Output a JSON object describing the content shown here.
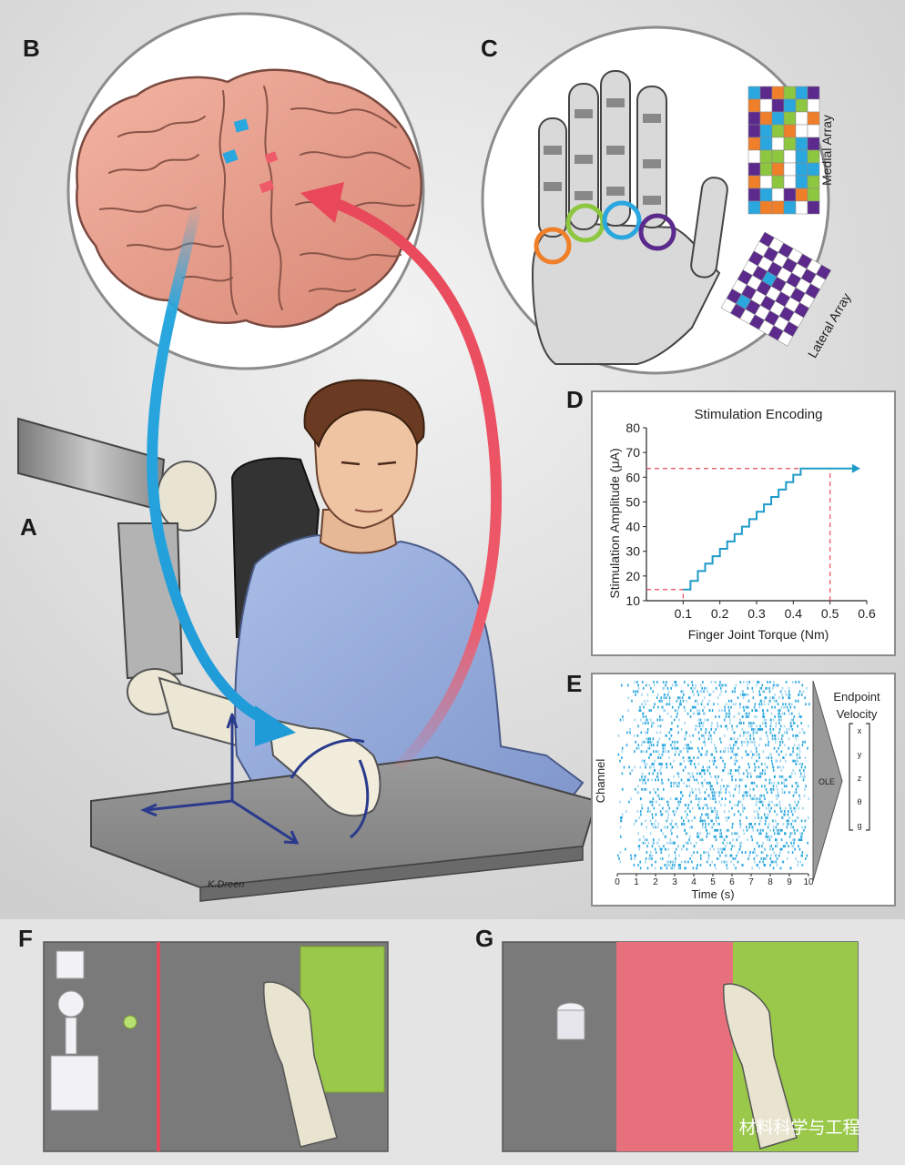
{
  "panel_labels": {
    "a": "A",
    "b": "B",
    "c": "C",
    "d": "D",
    "e": "E",
    "f": "F",
    "g": "G"
  },
  "panel_c": {
    "medial_array_label": "Medial Array",
    "lateral_array_label": "Lateral Array",
    "ring_colors": [
      "#f07f2a",
      "#8dc63f",
      "#2aa7df",
      "#5b2a8c"
    ]
  },
  "artist_signature": "K.Dreen",
  "panel_d": {
    "title": "Stimulation Encoding",
    "ylabel": "Stimulation Amplitude (μA)",
    "xlabel": "Finger Joint Torque (Nm)",
    "yticks": [
      "10",
      "20",
      "30",
      "40",
      "50",
      "60",
      "70",
      "80"
    ],
    "xticks": [
      "0.1",
      "0.2",
      "0.3",
      "0.4",
      "0.5",
      "0.6"
    ]
  },
  "panel_e": {
    "ylabel": "Channel",
    "xlabel": "Time (s)",
    "xticks": [
      "0",
      "1",
      "2",
      "3",
      "4",
      "5",
      "6",
      "7",
      "8",
      "9",
      "10"
    ],
    "decoder_label": "OLE",
    "output_title_line1": "Endpoint",
    "output_title_line2": "Velocity",
    "components": [
      "x",
      "y",
      "z",
      "θ",
      "g"
    ]
  },
  "watermark": "材料科学与工程",
  "chart_data": {
    "type": "line",
    "title": "Stimulation Encoding",
    "xlabel": "Finger Joint Torque (Nm)",
    "ylabel": "Stimulation Amplitude (μA)",
    "xlim": [
      0,
      0.6
    ],
    "ylim": [
      10,
      80
    ],
    "grid": false,
    "x": [
      0.1,
      0.12,
      0.12,
      0.14,
      0.14,
      0.16,
      0.16,
      0.18,
      0.18,
      0.2,
      0.2,
      0.22,
      0.22,
      0.24,
      0.24,
      0.26,
      0.26,
      0.28,
      0.28,
      0.3,
      0.3,
      0.32,
      0.32,
      0.34,
      0.34,
      0.36,
      0.36,
      0.38,
      0.38,
      0.4,
      0.4,
      0.42,
      0.42,
      0.44,
      0.44,
      0.46,
      0.46,
      0.48,
      0.48,
      0.5,
      0.5,
      0.56
    ],
    "y": [
      14.5,
      14.5,
      18,
      18,
      22,
      22,
      25,
      25,
      28,
      28,
      31,
      31,
      34,
      34,
      37,
      37,
      40,
      40,
      43,
      43,
      46,
      46,
      49,
      49,
      52,
      52,
      55,
      55,
      58,
      58,
      61,
      61,
      63.5,
      63.5,
      63.5,
      63.5,
      63.5,
      63.5,
      63.5,
      63.5,
      63.5,
      63.5
    ],
    "reference_lines": [
      {
        "x": 0.1,
        "y": 14.5
      },
      {
        "x": 0.5,
        "y": 63.5
      }
    ]
  }
}
